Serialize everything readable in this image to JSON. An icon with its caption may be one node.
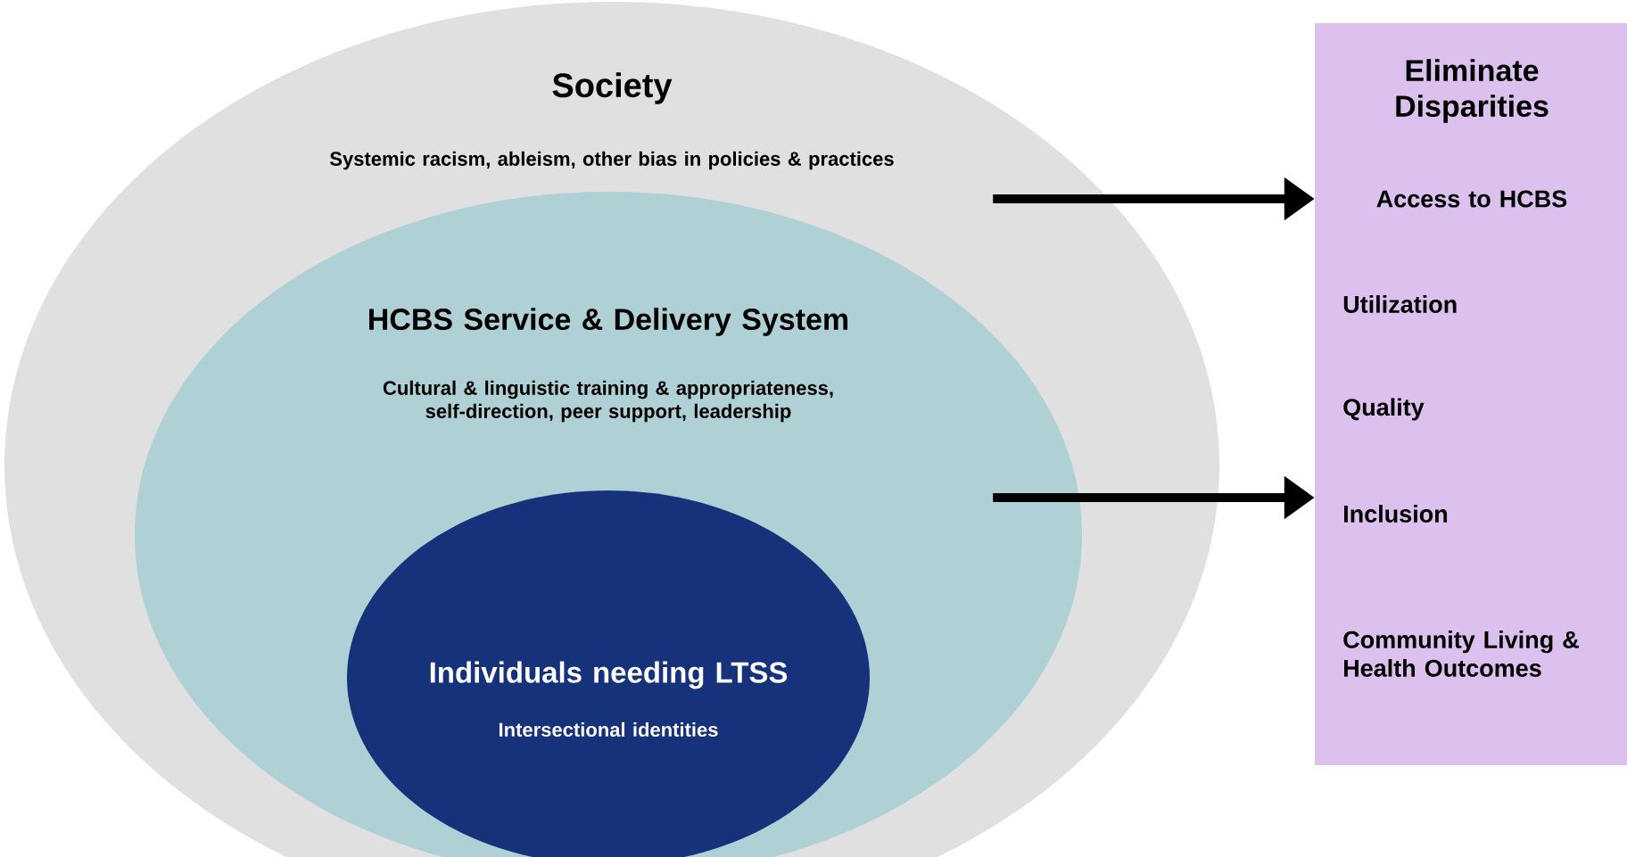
{
  "diagram": {
    "nodes": [
      {
        "text": [
          "Society",
          "Systemic racism, ableism, other bias in policies & practices"
        ]
      },
      {
        "text": [
          "HCBS Service & Delivery System",
          "Cultural & linguistic training & appropriateness, self-direction, peer support, leadership"
        ],
        "in": 0
      },
      {
        "text": [
          "Individuals needing LTSS",
          "Intersectional identities"
        ],
        "in": 1
      },
      {
        "text": [
          "Eliminate Disparities",
          "Access to HCBS",
          "Utilization",
          "Quality",
          "Inclusion",
          "Community Living & Health Outcomes"
        ]
      }
    ],
    "edges": [
      {
        "from": 0,
        "to": 3,
        "arrow": "to"
      },
      {
        "from": 1,
        "to": 3,
        "arrow": "to"
      }
    ]
  }
}
